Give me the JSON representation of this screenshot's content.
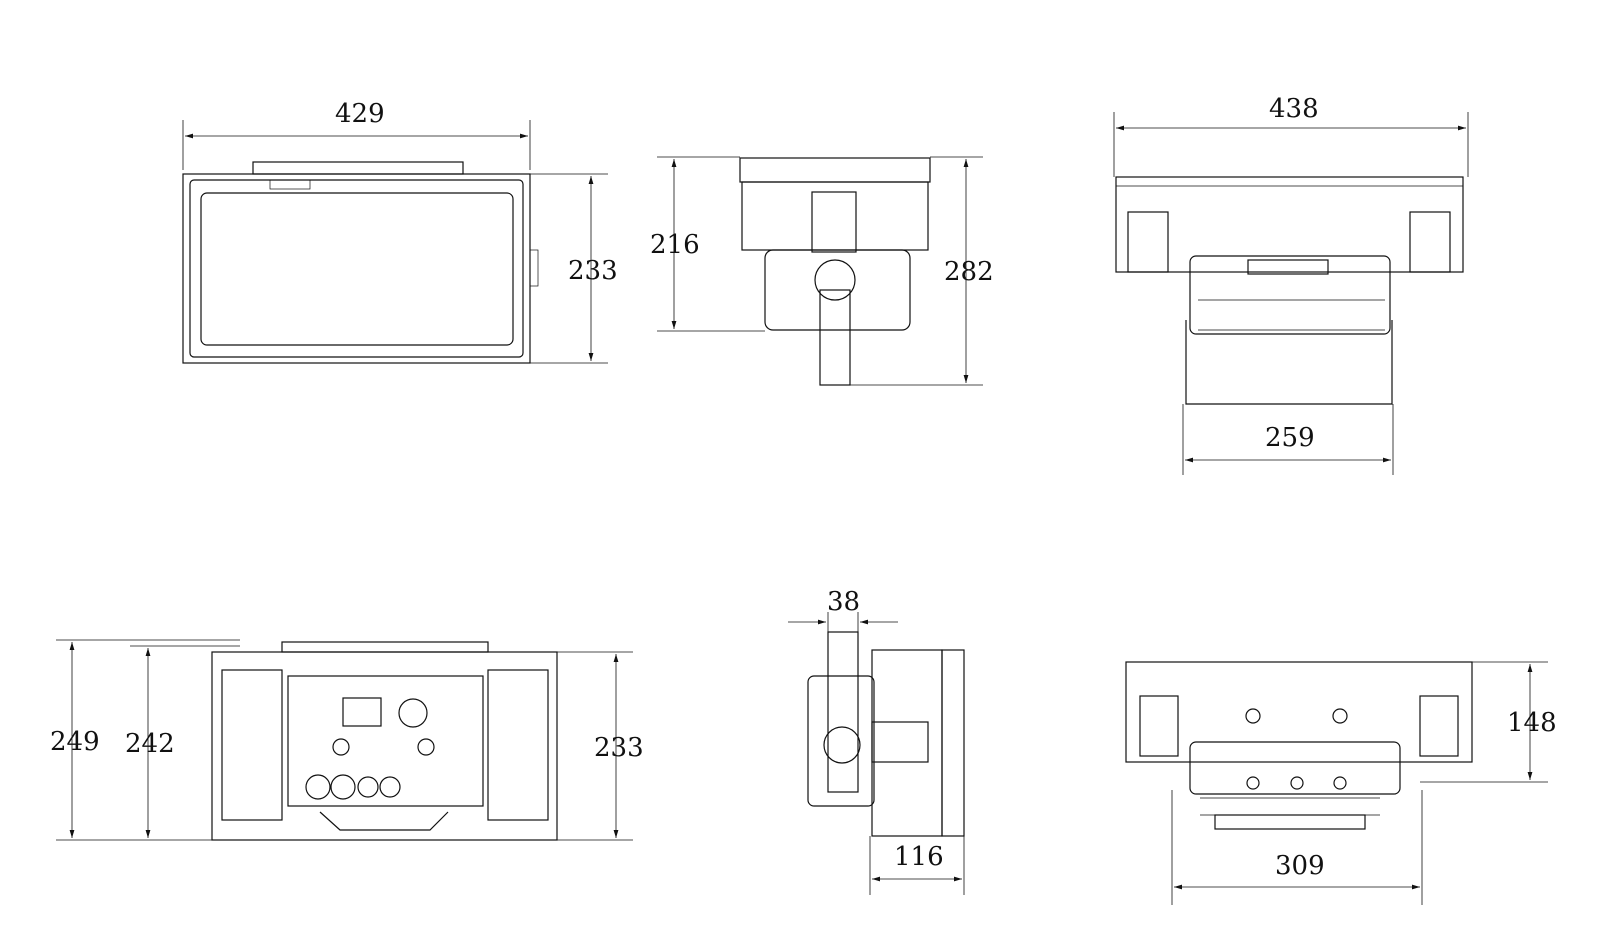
{
  "dimensions": {
    "front_width": "429",
    "front_height": "233",
    "side_depth": "216",
    "side_height": "282",
    "top_width": "438",
    "top_bracket": "259",
    "rear_total": "249",
    "rear_body": "242",
    "rear_height": "233",
    "side2_bracket": "38",
    "side2_depth": "116",
    "bottom_height": "148",
    "bottom_width": "309"
  },
  "colors": {
    "line": "#111111",
    "background": "#ffffff"
  }
}
